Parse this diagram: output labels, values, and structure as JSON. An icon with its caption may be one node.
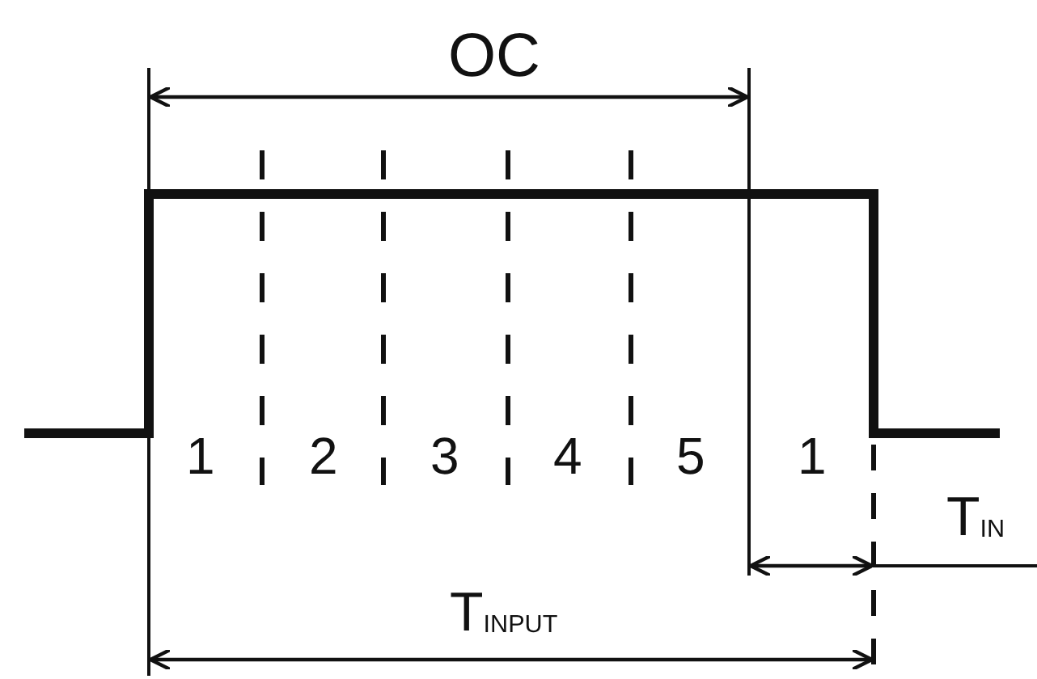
{
  "diagram": {
    "labels": [
      "OC",
      "1",
      "2",
      "3",
      "4",
      "5",
      "1",
      "T$_{IN}$",
      "T$_{INPUT}$"
    ]
  }
}
